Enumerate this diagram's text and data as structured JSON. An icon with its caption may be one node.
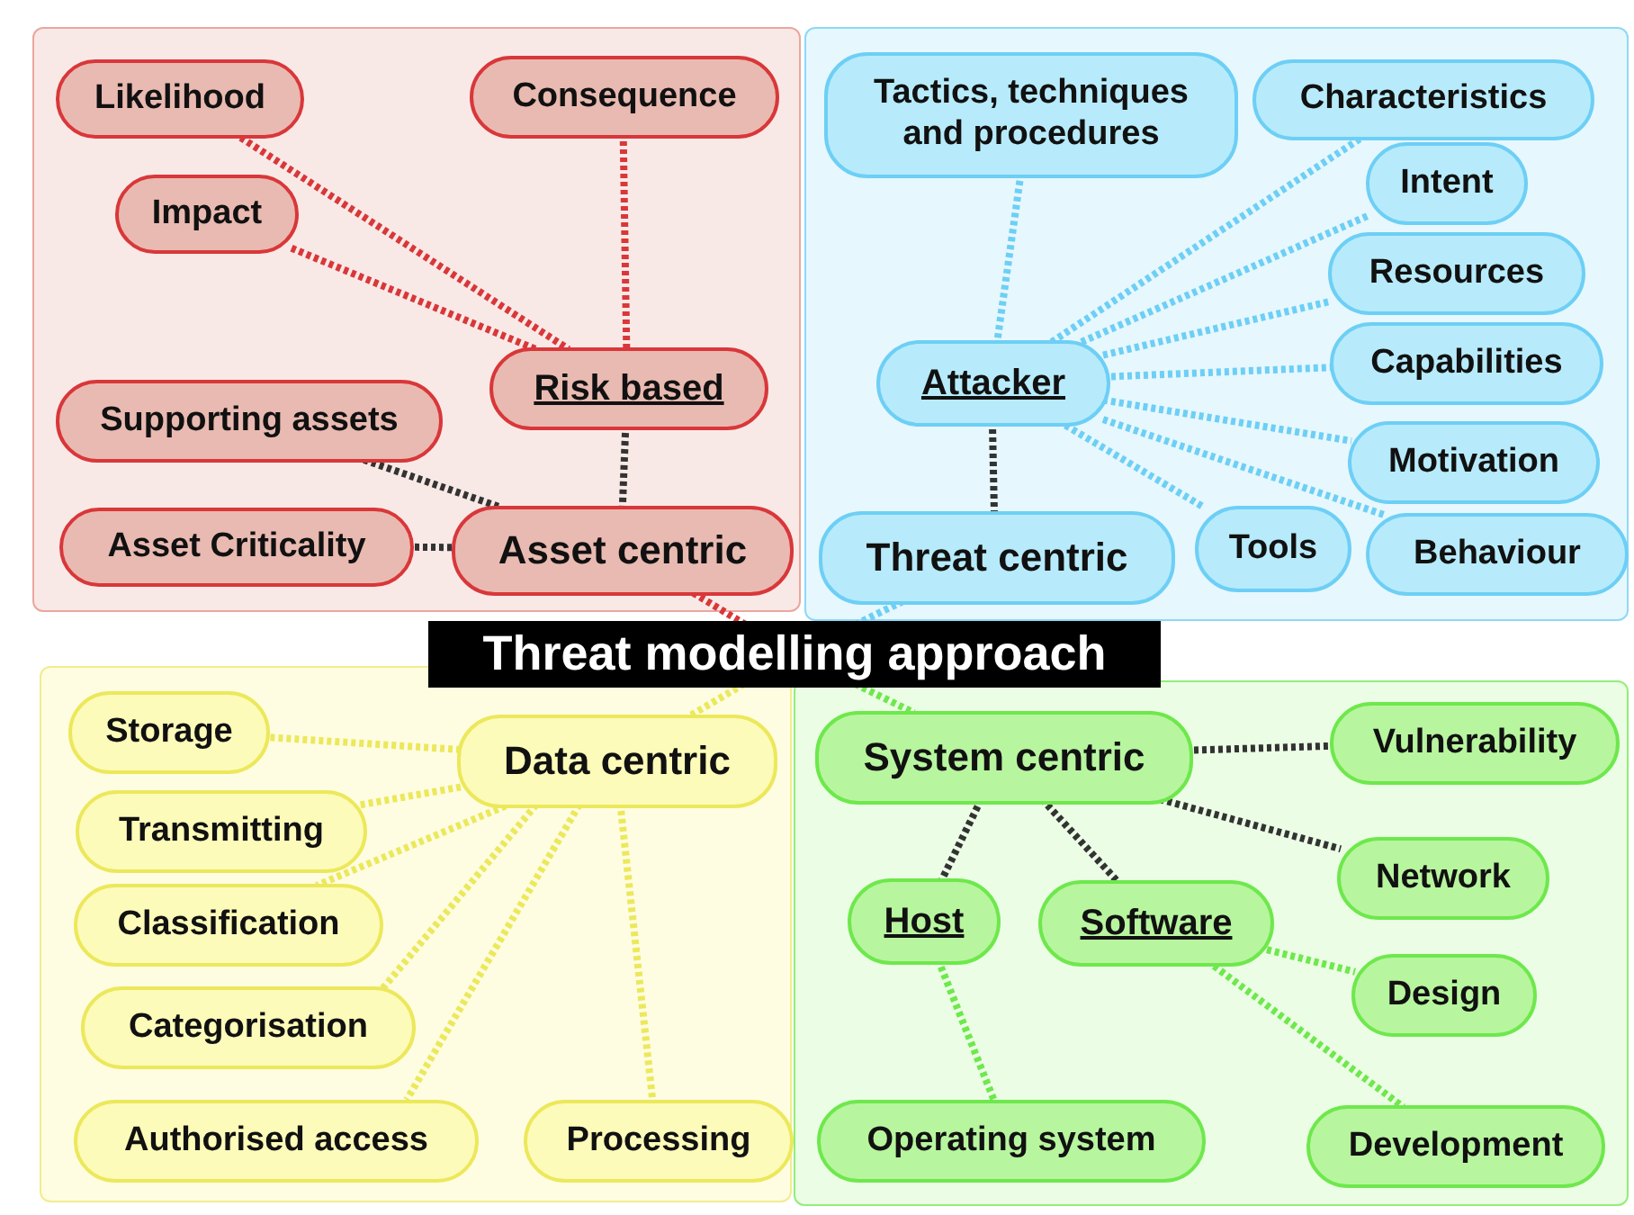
{
  "diagram": {
    "nodes": [
      {
        "text": [],
        "shape": "box"
      },
      {
        "text": [
          "Likelihood"
        ],
        "in": 0
      },
      {
        "text": [
          "Consequence"
        ],
        "in": 0
      },
      {
        "text": [
          "Impact"
        ],
        "in": 0
      },
      {
        "text": [
          "Risk based"
        ],
        "in": 0
      },
      {
        "text": [
          "Supporting assets"
        ],
        "in": 0
      },
      {
        "text": [
          "Asset Criticality"
        ],
        "in": 0
      },
      {
        "text": [
          "Asset centric"
        ],
        "in": 0
      },
      {
        "text": [],
        "shape": "box"
      },
      {
        "text": [
          "Tactics, techniques and procedures"
        ],
        "in": 8
      },
      {
        "text": [
          "Characteristics"
        ],
        "in": 8
      },
      {
        "text": [
          "Intent"
        ],
        "in": 8
      },
      {
        "text": [
          "Resources"
        ],
        "in": 8
      },
      {
        "text": [
          "Capabilities"
        ],
        "in": 8
      },
      {
        "text": [
          "Attacker"
        ],
        "in": 8
      },
      {
        "text": [
          "Motivation"
        ],
        "in": 8
      },
      {
        "text": [
          "Threat centric"
        ],
        "in": 8
      },
      {
        "text": [
          "Tools"
        ],
        "in": 8
      },
      {
        "text": [
          "Behaviour"
        ],
        "in": 8
      },
      {
        "text": [
          "Threat modelling approach"
        ]
      },
      {
        "text": [],
        "shape": "box"
      },
      {
        "text": [
          "Storage"
        ],
        "in": 20
      },
      {
        "text": [
          "Data centric"
        ],
        "in": 20
      },
      {
        "text": [
          "Transmitting"
        ],
        "in": 20
      },
      {
        "text": [
          "Classification"
        ],
        "in": 20
      },
      {
        "text": [
          "Categorisation"
        ],
        "in": 20
      },
      {
        "text": [
          "Authorised access"
        ],
        "in": 20
      },
      {
        "text": [
          "Processing"
        ],
        "in": 20
      },
      {
        "text": [],
        "shape": "box"
      },
      {
        "text": [
          "System centric"
        ],
        "in": 28
      },
      {
        "text": [
          "Vulnerability"
        ],
        "in": 28
      },
      {
        "text": [
          "Network"
        ],
        "in": 28
      },
      {
        "text": [
          "Host"
        ],
        "in": 28
      },
      {
        "text": [
          "Software"
        ],
        "in": 28
      },
      {
        "text": [
          "Design"
        ],
        "in": 28
      },
      {
        "text": [
          "Operating system"
        ],
        "in": 28
      },
      {
        "text": [
          "Development"
        ],
        "in": 28
      }
    ],
    "edges": [
      {
        "from": 1,
        "to": 4,
        "arrow": "none",
        "color": "#d9373a"
      },
      {
        "from": 3,
        "to": 4,
        "arrow": "none",
        "color": "#d9373a"
      },
      {
        "from": 2,
        "to": 4,
        "arrow": "none",
        "color": "#d9373a"
      },
      {
        "from": 4,
        "to": 7,
        "arrow": "none",
        "color": "#333333"
      },
      {
        "from": 5,
        "to": 7,
        "arrow": "none",
        "color": "#333333"
      },
      {
        "from": 6,
        "to": 7,
        "arrow": "none",
        "color": "#333333"
      },
      {
        "from": 19,
        "to": 7,
        "arrow": "none",
        "color": "#d9373a"
      },
      {
        "from": 9,
        "to": 14,
        "arrow": "none",
        "color": "#6dcff5"
      },
      {
        "from": 14,
        "to": 10,
        "arrow": "none",
        "color": "#6dcff5"
      },
      {
        "from": 14,
        "to": 11,
        "arrow": "none",
        "color": "#6dcff5"
      },
      {
        "from": 14,
        "to": 12,
        "arrow": "none",
        "color": "#6dcff5"
      },
      {
        "from": 14,
        "to": 13,
        "arrow": "none",
        "color": "#6dcff5"
      },
      {
        "from": 14,
        "to": 15,
        "arrow": "none",
        "color": "#6dcff5"
      },
      {
        "from": 14,
        "to": 17,
        "arrow": "none",
        "color": "#6dcff5"
      },
      {
        "from": 14,
        "to": 18,
        "arrow": "none",
        "color": "#6dcff5"
      },
      {
        "from": 14,
        "to": 16,
        "arrow": "none",
        "color": "#333333"
      },
      {
        "from": 19,
        "to": 16,
        "arrow": "none",
        "color": "#6dcff5"
      },
      {
        "from": 19,
        "to": 22,
        "arrow": "none",
        "color": "#ece85b"
      },
      {
        "from": 22,
        "to": 21,
        "arrow": "none",
        "color": "#ece85b"
      },
      {
        "from": 22,
        "to": 23,
        "arrow": "none",
        "color": "#ece85b"
      },
      {
        "from": 22,
        "to": 24,
        "arrow": "none",
        "color": "#ece85b"
      },
      {
        "from": 22,
        "to": 25,
        "arrow": "none",
        "color": "#ece85b"
      },
      {
        "from": 22,
        "to": 26,
        "arrow": "none",
        "color": "#ece85b"
      },
      {
        "from": 22,
        "to": 27,
        "arrow": "none",
        "color": "#ece85b"
      },
      {
        "from": 19,
        "to": 29,
        "arrow": "none",
        "color": "#6ee84c"
      },
      {
        "from": 29,
        "to": 30,
        "arrow": "none",
        "color": "#333333"
      },
      {
        "from": 29,
        "to": 31,
        "arrow": "none",
        "color": "#333333"
      },
      {
        "from": 29,
        "to": 32,
        "arrow": "none",
        "color": "#333333"
      },
      {
        "from": 29,
        "to": 33,
        "arrow": "none",
        "color": "#333333"
      },
      {
        "from": 32,
        "to": 35,
        "arrow": "none",
        "color": "#6ee84c"
      },
      {
        "from": 33,
        "to": 34,
        "arrow": "none",
        "color": "#6ee84c"
      },
      {
        "from": 33,
        "to": 36,
        "arrow": "none",
        "color": "#6ee84c"
      }
    ]
  }
}
